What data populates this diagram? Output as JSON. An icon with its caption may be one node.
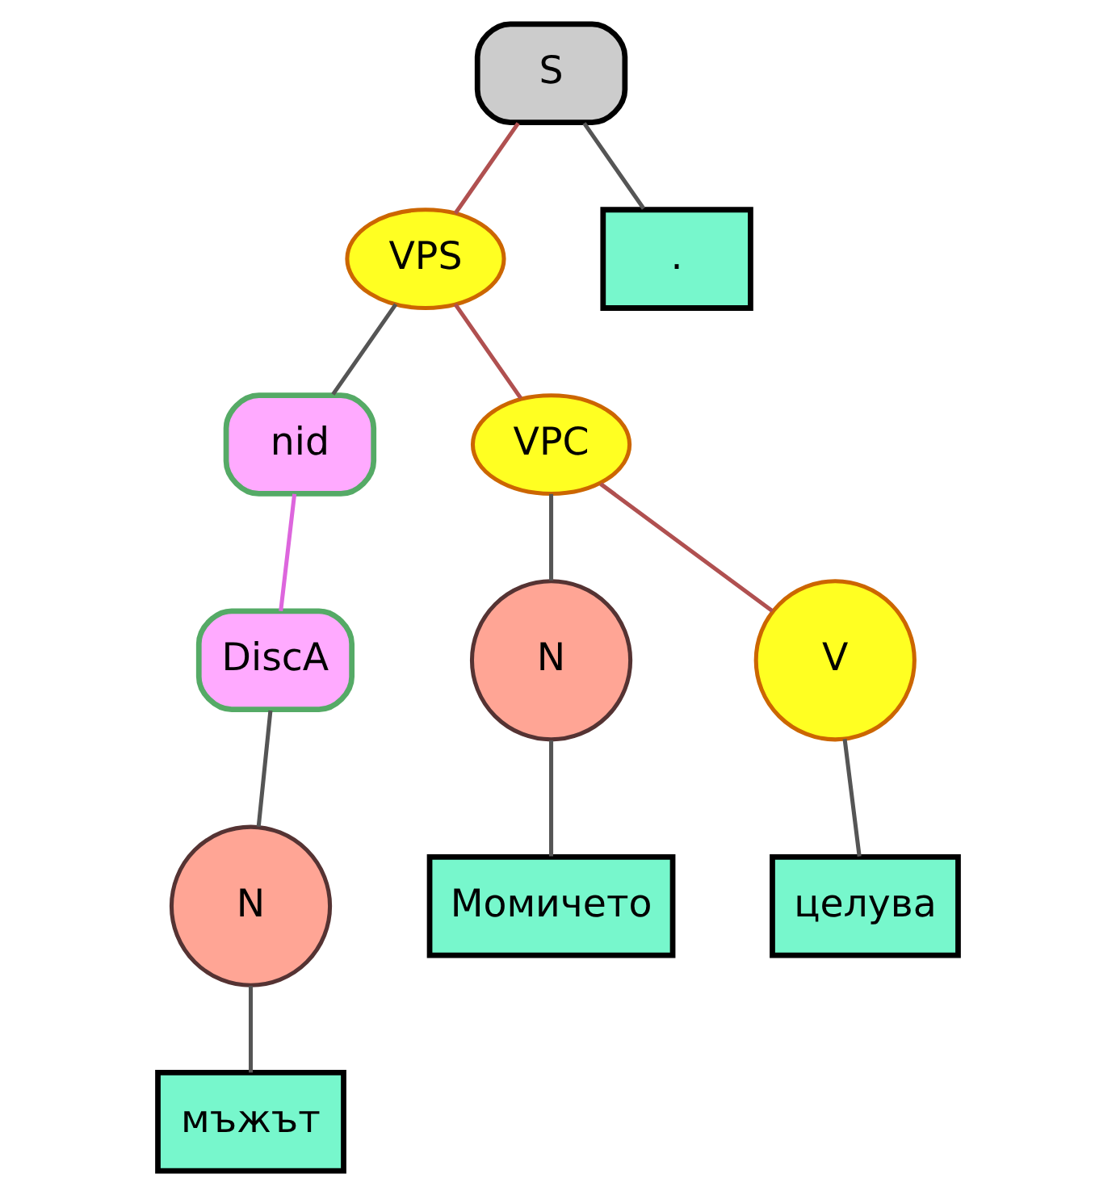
{
  "diagram": {
    "nodes": [
      {
        "text": [
          "S"
        ]
      },
      {
        "text": [
          "VPS"
        ]
      },
      {
        "text": [
          "."
        ]
      },
      {
        "text": [
          "nid"
        ]
      },
      {
        "text": [
          "VPC"
        ]
      },
      {
        "text": [
          "N"
        ]
      },
      {
        "text": [
          "DiscA"
        ]
      },
      {
        "text": [
          "V"
        ]
      },
      {
        "text": [
          "Момичето"
        ]
      },
      {
        "text": [
          "N"
        ]
      },
      {
        "text": [
          "целува"
        ]
      },
      {
        "text": [
          "мъжът"
        ]
      }
    ],
    "edges": [
      {
        "from": 0,
        "to": 1,
        "arrow": "none",
        "color": "#b05050"
      },
      {
        "from": 0,
        "to": 2,
        "arrow": "none"
      },
      {
        "from": 1,
        "to": 3,
        "arrow": "none"
      },
      {
        "from": 1,
        "to": 4,
        "arrow": "none",
        "color": "#b05050"
      },
      {
        "from": 3,
        "to": 6,
        "arrow": "none",
        "color": "#dd66dd"
      },
      {
        "from": 4,
        "to": 5,
        "arrow": "none"
      },
      {
        "from": 4,
        "to": 7,
        "arrow": "none",
        "color": "#b05050"
      },
      {
        "from": 5,
        "to": 8,
        "arrow": "none"
      },
      {
        "from": 6,
        "to": 9,
        "arrow": "none"
      },
      {
        "from": 7,
        "to": 10,
        "arrow": "none"
      },
      {
        "from": 9,
        "to": 11,
        "arrow": "none"
      }
    ]
  }
}
